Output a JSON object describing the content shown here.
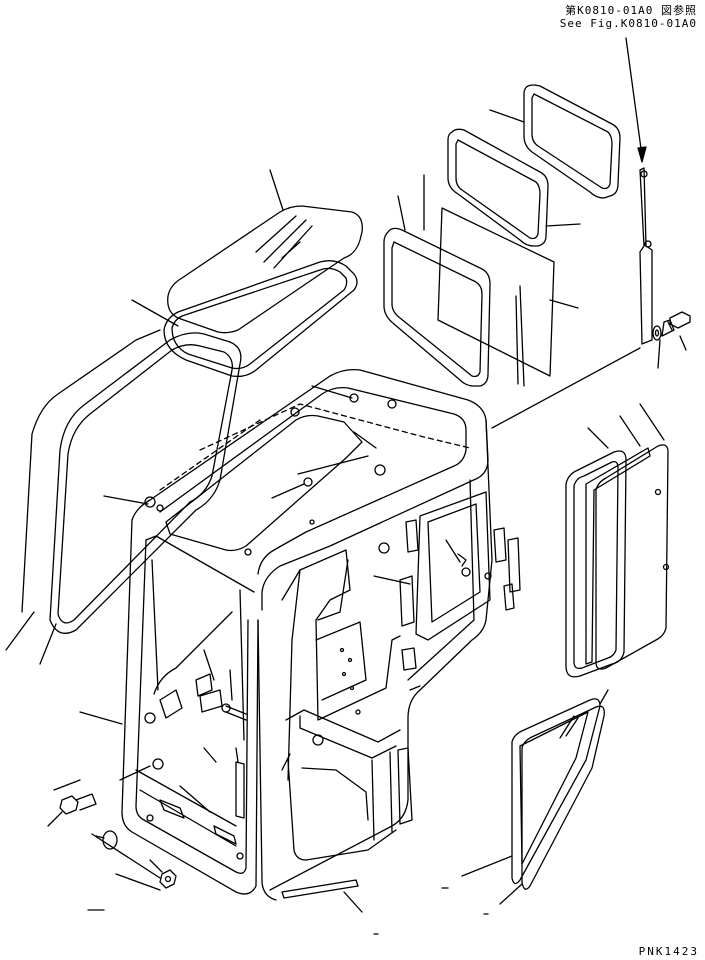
{
  "reference": {
    "jp": "第K0810-01A0 図参照",
    "en": "See Fig.K0810-01A0"
  },
  "drawing_code": "PNK1423",
  "parts": [
    {
      "name": "cab-frame"
    },
    {
      "name": "roof-window-glass"
    },
    {
      "name": "roof-window-seal"
    },
    {
      "name": "front-windshield-seal"
    },
    {
      "name": "rear-window-frame-upper"
    },
    {
      "name": "rear-window-frame-lower"
    },
    {
      "name": "rear-glass-panel"
    },
    {
      "name": "rear-window-frame-large"
    },
    {
      "name": "wiper-rod"
    },
    {
      "name": "washer"
    },
    {
      "name": "bolt"
    },
    {
      "name": "right-side-window-seal"
    },
    {
      "name": "right-side-window-frame"
    },
    {
      "name": "right-side-glass"
    },
    {
      "name": "lower-right-glass"
    },
    {
      "name": "lower-right-seal"
    },
    {
      "name": "front-bolt"
    },
    {
      "name": "plug"
    },
    {
      "name": "nut"
    },
    {
      "name": "bottom-trim-strip"
    }
  ]
}
